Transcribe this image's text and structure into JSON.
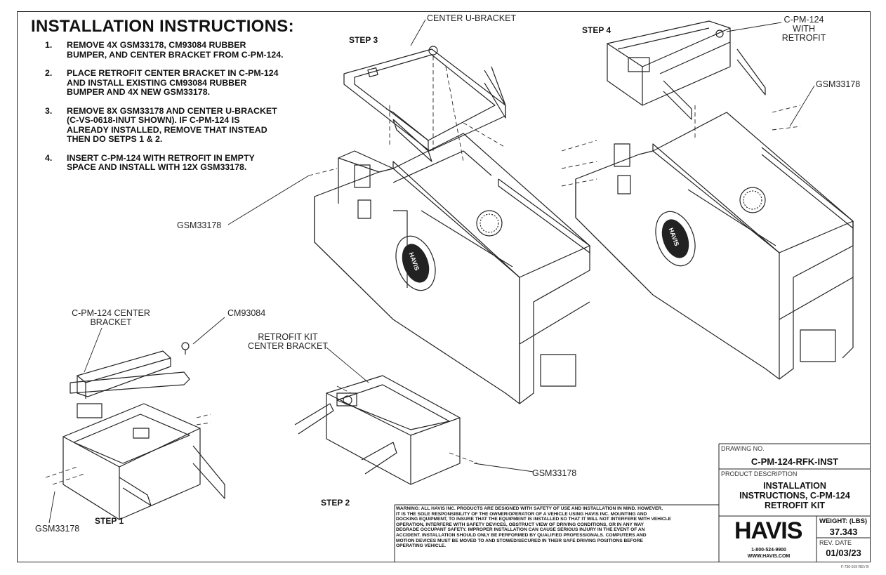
{
  "title": "INSTALLATION INSTRUCTIONS:",
  "instructions": [
    {
      "num": "1.",
      "text": "REMOVE 4X GSM33178, CM93084 RUBBER\nBUMPER, AND CENTER BRACKET FROM C-PM-124."
    },
    {
      "num": "2.",
      "text": "PLACE RETROFIT CENTER BRACKET IN C-PM-124\nAND INSTALL EXISTING CM93084 RUBBER\nBUMPER AND 4X NEW GSM33178."
    },
    {
      "num": "3.",
      "text": "REMOVE 8X GSM33178 AND CENTER U-BRACKET\n(C-VS-0618-INUT SHOWN).  IF C-PM-124 IS\nALREADY INSTALLED, REMOVE THAT INSTEAD\nTHEN DO SETPS 1 & 2."
    },
    {
      "num": "4.",
      "text": "INSERT C-PM-124 WITH RETROFIT IN EMPTY\nSPACE AND INSTALL WITH 12X GSM33178."
    }
  ],
  "steps": {
    "step1": "STEP 1",
    "step2": "STEP 2",
    "step3": "STEP 3",
    "step4": "STEP 4"
  },
  "callouts": {
    "center_u_bracket": "CENTER U-BRACKET",
    "cpm124_retrofit": "C-PM-124\nWITH\nRETROFIT",
    "gsm_step4": "GSM33178",
    "gsm_step3": "GSM33178",
    "cpm124_center_bracket": "C-PM-124 CENTER\nBRACKET",
    "cm93084": "CM93084",
    "retrofit_kit_bracket": "RETROFIT KIT\nCENTER BRACKET",
    "gsm_step2": "GSM33178",
    "gsm_step1": "GSM33178",
    "housing_logo": "HAVIS"
  },
  "warning": "WARNING:  ALL HAVIS INC. PRODUCTS ARE DESIGNED WITH SAFETY OF USE AND INSTALLATION IN MIND.  HOWEVER,\nIT IS THE SOLE RESPONSIBILITY OF THE OWNER/OPERATOR OF A VEHICLE USING HAVIS INC. MOUNTING AND\nDOCKING EQUIPMENT, TO INSURE THAT THE EQUIPMENT IS INSTALLED SO THAT IT WILL NOT INTERFERE WITH VEHICLE\nOPERATION, INTERFERE WITH SAFETY DEVICES, OBSTRUCT VIEW OF DRIVING CONDITIONS, OR IN ANY WAY\nDEGRADE OCCUPANT SAFETY.  IMPROPER INSTALLATION CAN CAUSE SERIOUS INJURY IN THE EVENT OF AN\nACCIDENT.  INSTALLATION SHOULD ONLY BE PERFORMED BY QUALIFIED PROFESSIONALS.  COMPUTERS AND\nMOTION DEVICES MUST BE MOVED TO AND STOWED/SECURED IN THEIR SAFE DRIVING POSITIONS BEFORE\nOPERATING VEHICLE.",
  "title_block": {
    "drawing_no_label": "DRAWING NO.",
    "drawing_no": "C-PM-124-RFK-INST",
    "desc_label": "PRODUCT DESCRIPTION",
    "desc": "INSTALLATION\nINSTRUCTIONS, C-PM-124\nRETROFIT KIT",
    "weight_label": "WEIGHT: (LBS)",
    "weight": "37.343",
    "rev_label": "REV. DATE",
    "rev": "01/03/23",
    "logo": "HAVIS",
    "phone": "1-800-524-9900",
    "web": "WWW.HAVIS.COM",
    "form_no": "F-730-019 REV B"
  }
}
